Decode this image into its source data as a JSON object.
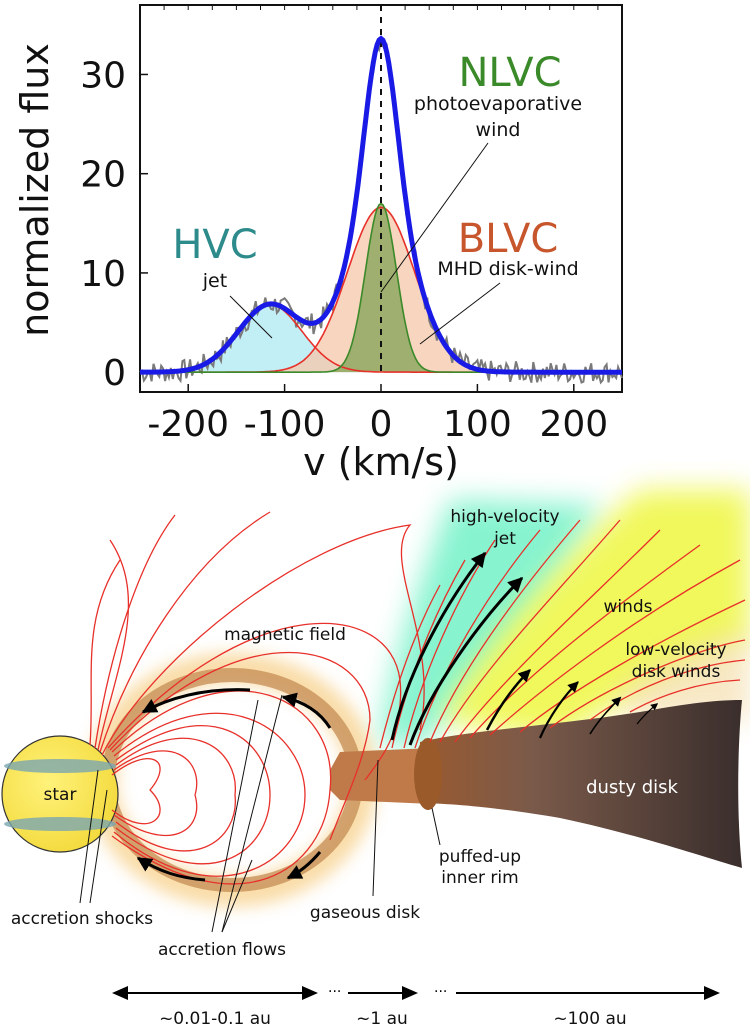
{
  "chart_data": {
    "type": "line",
    "xlabel": "v (km/s)",
    "ylabel": "normalized flux",
    "xlim": [
      -250,
      250
    ],
    "ylim": [
      -2,
      37
    ],
    "xticks": [
      -200,
      -100,
      0,
      100,
      200
    ],
    "yticks": [
      0,
      10,
      20,
      30
    ],
    "grid": false,
    "components": [
      {
        "name": "HVC",
        "caption": "jet",
        "shape": "gaussian",
        "center": -115,
        "peak": 6.8,
        "sigma": 33,
        "color": "#2e8b8b",
        "fill": "#aee8f2"
      },
      {
        "name": "BLVC",
        "caption": "MHD disk-wind",
        "shape": "gaussian",
        "center": 0,
        "peak": 16.6,
        "sigma": 35,
        "color": "#c8562c",
        "fill": "#f5c7aa"
      },
      {
        "name": "NLVC",
        "caption": "photoevaporative wind",
        "shape": "gaussian",
        "center": 0,
        "peak": 17.0,
        "sigma": 16,
        "color": "#3a8a2a",
        "fill": "#8fa860"
      }
    ],
    "total_fit": {
      "color": "#1a1ae6"
    },
    "observed_color": "#7a7a7a"
  },
  "diagram": {
    "labels": {
      "star": "star",
      "magnetic_field": "magnetic field",
      "accretion_shocks": "accretion shocks",
      "accretion_flows": "accretion flows",
      "gaseous_disk": "gaseous disk",
      "puffed_up_1": "puffed-up",
      "puffed_up_2": "inner rim",
      "jet_1": "high-velocity",
      "jet_2": "jet",
      "winds": "winds",
      "low_vel_1": "low-velocity",
      "low_vel_2": "disk winds",
      "dusty_disk": "dusty disk"
    },
    "scales": [
      "~0.01-0.1 au",
      "~1 au",
      "~100 au"
    ],
    "colors": {
      "field_lines": "#e8302a",
      "star_fill": "#f7e24a",
      "jet_glow": "#5ff0c0",
      "wind_glow": "#f2f75a"
    }
  }
}
